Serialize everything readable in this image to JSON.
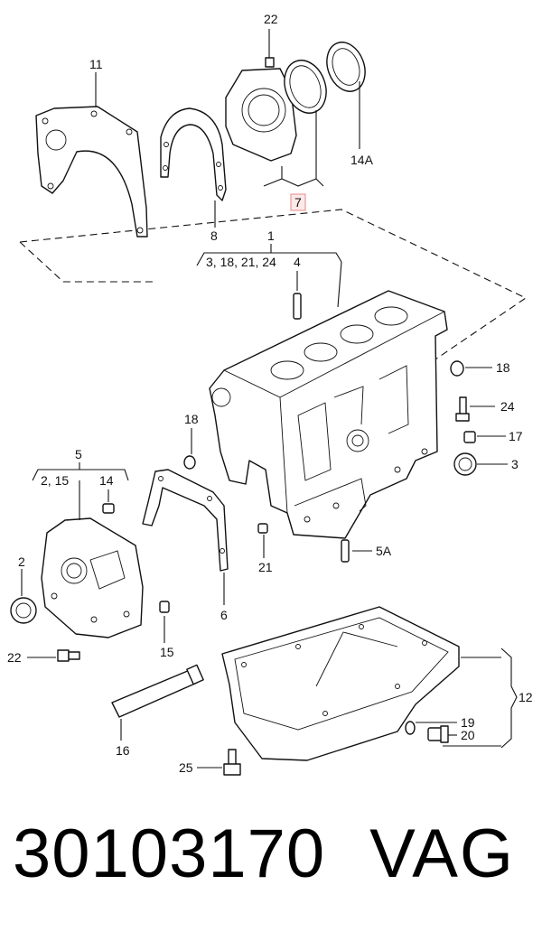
{
  "labels": {
    "l1": "1",
    "l1_sub": "3, 18, 21, 24",
    "l2": "2",
    "l3": "3",
    "l4": "4",
    "l5": "5",
    "l5_sub": "2, 15",
    "l5a": "5A",
    "l6": "6",
    "l7": "7",
    "l8": "8",
    "l11": "11",
    "l12": "12",
    "l14": "14",
    "l14a": "14A",
    "l15": "15",
    "l16": "16",
    "l17": "17",
    "l18a": "18",
    "l18b": "18",
    "l19": "19",
    "l20": "20",
    "l21": "21",
    "l22a": "22",
    "l22b": "22",
    "l24": "24",
    "l25": "25"
  },
  "footer": {
    "part_number": "30103170",
    "brand": "VAG"
  },
  "colors": {
    "highlight_box": "#e88a8a",
    "highlight_fill": "#fde8e8"
  }
}
